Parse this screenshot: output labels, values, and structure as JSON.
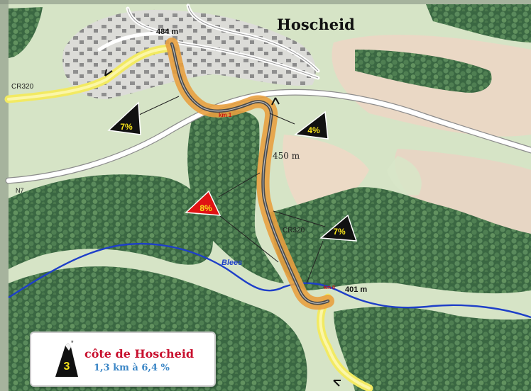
{
  "map": {
    "town_name": "Hoscheid",
    "roads": {
      "cr320_west": "CR320",
      "cr320_south": "CR320",
      "n7": "N7"
    },
    "river": "Blees",
    "elevations": {
      "summit": "484 m",
      "mid": "450 m",
      "bottom": "401 m"
    },
    "km_markers": {
      "km1": "km 1",
      "km0": "km 0"
    },
    "gradients": {
      "top_left": "7%",
      "top_right": "4%",
      "steepest": "8%",
      "lower_right": "7%"
    }
  },
  "legend": {
    "category": "3",
    "title": "côte de Hoscheid",
    "subtitle": "1,3 km à 6,4 %"
  },
  "colors": {
    "forest": "#3e6d45",
    "meadow": "#d8e6c8",
    "field": "#ead8c5",
    "river": "#1e3fc8",
    "route_glow": "#e8a040",
    "route_line": "#4a4a4a",
    "road_yellow": "#f2ea62",
    "badge_steep": "#e01313",
    "badge_default": "#111111",
    "gradient_text": "#f5e21b"
  },
  "icons": {
    "badge": "triangle-gradient-icon",
    "direction": "arrow-icon",
    "legend_mountain": "mountain-icon"
  }
}
